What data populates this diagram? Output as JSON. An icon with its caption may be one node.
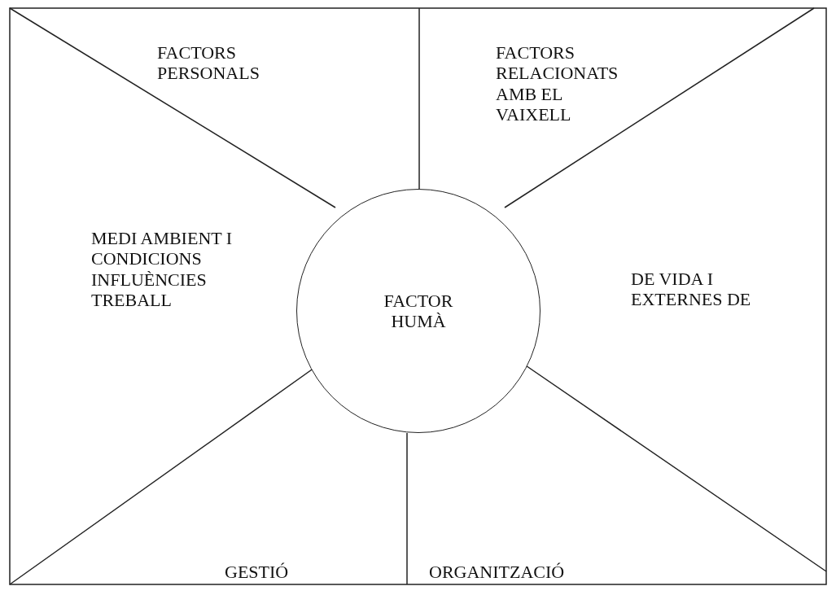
{
  "diagram": {
    "nodes": [
      {
        "text": [
          "FACTOR HUMÀ"
        ]
      }
    ],
    "labels": [
      "FACTORS PERSONALS",
      "FACTORS RELACIONATS AMB EL VAIXELL",
      "MEDI AMBIENT I CONDICIONS INFLUÈNCIES TREBALL",
      "DE VIDA I EXTERNES DE",
      "GESTIÓ",
      "ORGANITZACIÓ"
    ]
  }
}
